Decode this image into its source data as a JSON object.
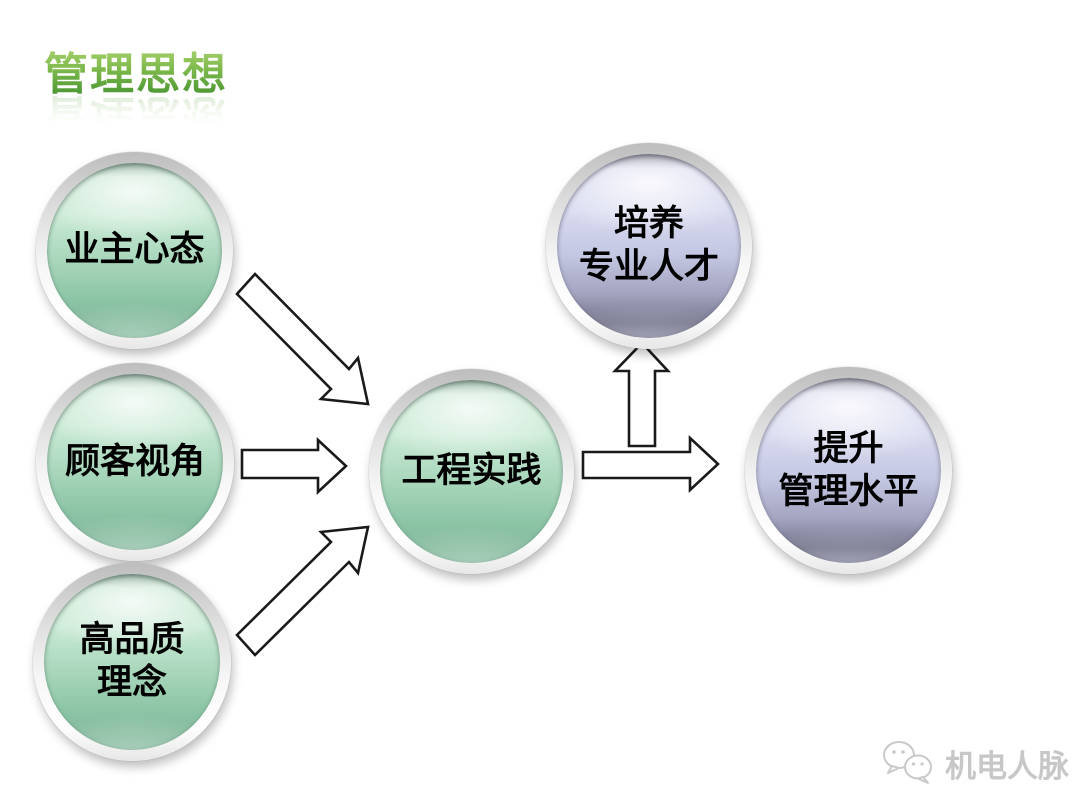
{
  "slide": {
    "title": "管理思想"
  },
  "diagram": {
    "nodes": [
      {
        "id": "owner-mindset",
        "lines": [
          "业主心态"
        ],
        "style": "green"
      },
      {
        "id": "customer-perspective",
        "lines": [
          "顾客视角"
        ],
        "style": "green"
      },
      {
        "id": "high-quality-concept",
        "lines": [
          "高品质",
          "理念"
        ],
        "style": "green"
      },
      {
        "id": "engineering-practice",
        "lines": [
          "工程实践"
        ],
        "style": "green"
      },
      {
        "id": "cultivate-professional-talent",
        "lines": [
          "培养",
          "专业人才"
        ],
        "style": "purple"
      },
      {
        "id": "improve-management-level",
        "lines": [
          "提升",
          "管理水平"
        ],
        "style": "purple"
      }
    ],
    "arrows": [
      {
        "id": "arrow-owner-to-practice",
        "direction": "down-right"
      },
      {
        "id": "arrow-customer-to-practice",
        "direction": "right"
      },
      {
        "id": "arrow-quality-to-practice",
        "direction": "up-right"
      },
      {
        "id": "arrow-practice-to-talent",
        "direction": "up"
      },
      {
        "id": "arrow-practice-to-manage",
        "direction": "right"
      }
    ],
    "colors": {
      "title_green_top": "#bcdc7c",
      "title_green_bottom": "#3d8d2c",
      "sphere_green": "#a9d7bc",
      "sphere_purple": "#c4c7e2",
      "sphere_ring": "#e7e7e7",
      "node_text": "#000000",
      "arrow_fill": "#ffffff",
      "arrow_outline": "#1a1a1a"
    }
  },
  "watermark": {
    "icon": "wechat-icon",
    "text": "机电人脉",
    "color": "#c7c7c7"
  }
}
